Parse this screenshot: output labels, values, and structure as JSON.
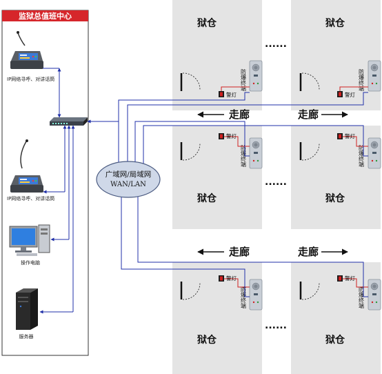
{
  "control_center": {
    "title": "监狱总值班中心",
    "devices": [
      {
        "label": "IP网络寻呼、对讲话筒",
        "icon": "desk-microphone-icon"
      },
      {
        "label": "IP网络寻呼、对讲话筒",
        "icon": "desk-microphone-icon"
      },
      {
        "label": "操作电脑",
        "icon": "computer-icon"
      },
      {
        "label": "服务器",
        "icon": "server-icon"
      }
    ]
  },
  "network": {
    "line1": "广域网/局域网",
    "line2": "WAN/LAN"
  },
  "cell_label": "狱仓",
  "corridor_label": "走廊",
  "lamp_label": "警灯",
  "terminal_label": "防爆终端",
  "dots": "......",
  "colors": {
    "header": "#d6262b",
    "room": "#e4e4e4",
    "link": "#1f2fa8",
    "lamp_wire": "#d02020",
    "cloud": "#cfd8e8"
  }
}
